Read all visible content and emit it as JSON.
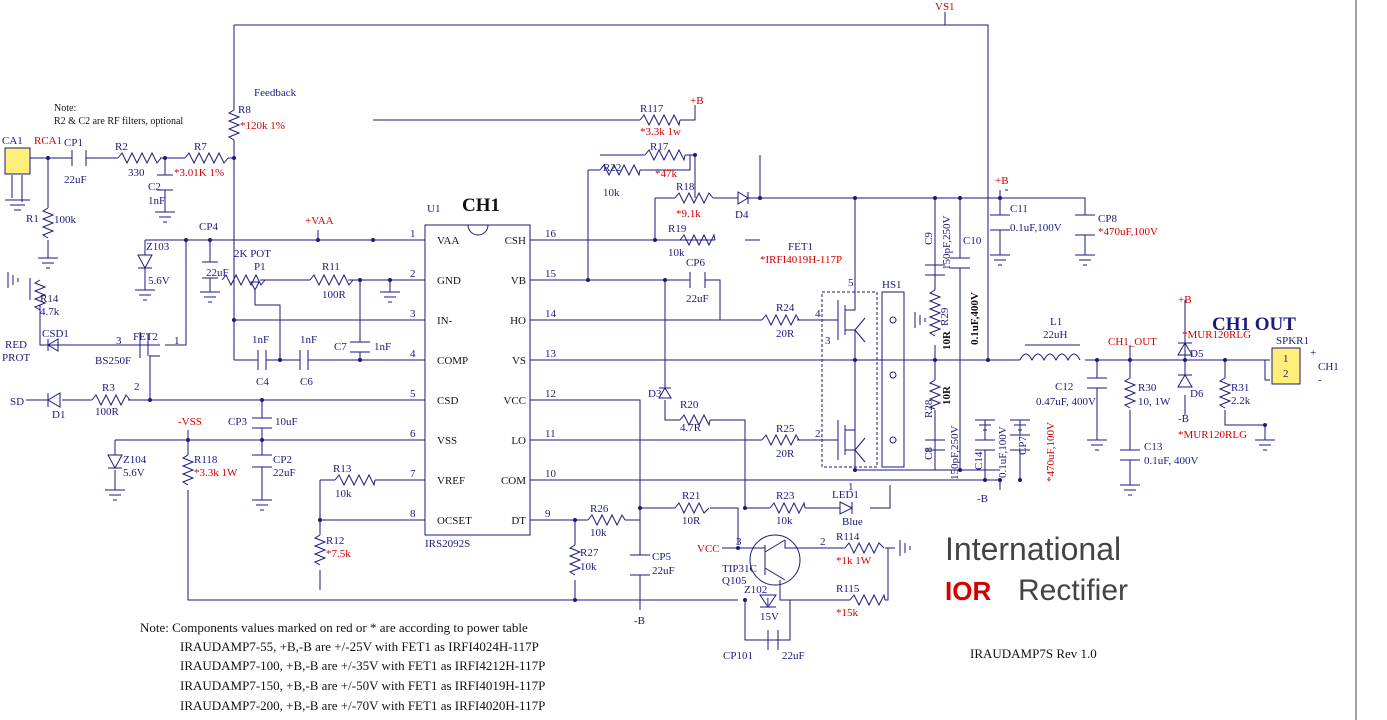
{
  "title": "CH1",
  "out_title": "CH1 OUT",
  "rev": "IRAUDAMP7S Rev 1.0",
  "logo": {
    "line1": "International",
    "ior": "IOR",
    "line2": "Rectifier"
  },
  "note_rf": [
    "Note:",
    "R2 & C2 are RF filters, optional"
  ],
  "note_bottom": [
    "Note: Components values marked on red or * are according to power table",
    "IRAUDAMP7-55, +B,-B are +/-25V with FET1 as IRFI4024H-117P",
    "IRAUDAMP7-100, +B,-B are +/-35V with FET1 as IRFI4212H-117P",
    "IRAUDAMP7-150, +B,-B are +/-50V with FET1 as IRFI4019H-117P",
    "IRAUDAMP7-200, +B,-B are +/-70V with FET1 as IRFI4020H-117P"
  ],
  "ic": {
    "ref": "U1",
    "part": "IRS2092S",
    "left_pins": [
      {
        "n": "1",
        "name": "VAA"
      },
      {
        "n": "2",
        "name": "GND"
      },
      {
        "n": "3",
        "name": "IN-"
      },
      {
        "n": "4",
        "name": "COMP"
      },
      {
        "n": "5",
        "name": "CSD"
      },
      {
        "n": "6",
        "name": "VSS"
      },
      {
        "n": "7",
        "name": "VREF"
      },
      {
        "n": "8",
        "name": "OCSET"
      }
    ],
    "right_pins": [
      {
        "n": "16",
        "name": "CSH"
      },
      {
        "n": "15",
        "name": "VB"
      },
      {
        "n": "14",
        "name": "HO"
      },
      {
        "n": "13",
        "name": "VS"
      },
      {
        "n": "12",
        "name": "VCC"
      },
      {
        "n": "11",
        "name": "LO"
      },
      {
        "n": "10",
        "name": "COM"
      },
      {
        "n": "9",
        "name": "DT"
      }
    ]
  },
  "nets": {
    "vs1": "VS1",
    "pb": "+B",
    "vaa": "+VAA",
    "vss": "-VSS",
    "sd": "SD",
    "vcc": "VCC",
    "nb": "-B",
    "ch1out": "CH1_OUT",
    "ch1": "CH1",
    "plus": "+",
    "minus": "-"
  },
  "labels": {
    "feedback": "Feedback",
    "ca1": "CA1",
    "rca1": "RCA1",
    "cp1": "CP1",
    "cp1v": "22uF",
    "r2": "R2",
    "r2v": "330",
    "r7": "R7",
    "r7v": "*3.01K 1%",
    "c2": "C2",
    "c2v": "1nF",
    "r1": "R1",
    "r1v": "100k",
    "r8": "R8",
    "r8v": "*120k 1%",
    "z103": "Z103",
    "z103v": "5.6V",
    "cp4": "CP4",
    "cp4v": "22uF",
    "pot": "2K POT",
    "p1": "P1",
    "r11": "R11",
    "r11v": "100R",
    "c7": "C7",
    "c7v": "1nF",
    "c4": "C4",
    "c4v": "1nF",
    "c6": "C6",
    "c6v": "1nF",
    "r14": "R14",
    "r14v": "4.7k",
    "red": "RED",
    "prot": "PROT",
    "csd1": "CSD1",
    "fet2": "FET2",
    "bs250": "BS250F",
    "r3": "R3",
    "r3v": "100R",
    "d1": "D1",
    "z104": "Z104",
    "z104v": "5.6V",
    "r118": "R118",
    "r118v": "*3.3k 1W",
    "cp3": "CP3",
    "cp3v": "10uF",
    "cp2": "CP2",
    "cp2v": "22uF",
    "r13": "R13",
    "r13v": "10k",
    "r12": "R12",
    "r12v": "*7.5k",
    "r117": "R117",
    "r117v": "*3.3k 1w",
    "r17": "R17",
    "r17v": "*47k",
    "r22": "R22",
    "r22v": "10k",
    "r18": "R18",
    "r18v": "*9.1k",
    "d4": "D4",
    "r19": "R19",
    "r19v": "10k",
    "cp6": "CP6",
    "cp6v": "22uF",
    "r24": "R24",
    "r24v": "20R",
    "r25": "R25",
    "r25v": "20R",
    "d3": "D3",
    "r20": "R20",
    "r20v": "4.7R",
    "r21": "R21",
    "r21v": "10R",
    "r23": "R23",
    "r23v": "10k",
    "led1": "LED1",
    "ledv": "Blue",
    "r26": "R26",
    "r26v": "10k",
    "r27": "R27",
    "r27v": "10k",
    "cp5": "CP5",
    "cp5v": "22uF",
    "q105": "Q105",
    "tip": "TIP31C",
    "r114": "R114",
    "r114v": "*1k 1W",
    "r115": "R115",
    "r115v": "*15k",
    "z102": "Z102",
    "z102v": "15V",
    "cp101": "CP101",
    "cp101v": "22uF",
    "fet1": "FET1",
    "fet1v": "*IRFI4019H-117P",
    "hs1": "HS1",
    "c9": "C9",
    "c9v": "150pF,250V",
    "c10": "C10",
    "c10v": "0.1uF,400V",
    "r29": "R29",
    "r29v": "10R",
    "r28": "R28",
    "r28v": "10R",
    "c8": "C8",
    "c8v": "150pF,250V",
    "c14": "C14",
    "c14v": "0.1uF,100V",
    "cp7": "CP7",
    "cp7v": "*470uF,100V",
    "c11": "C11",
    "c11v": "0.1uF,100V",
    "cp8": "CP8",
    "cp8v": "*470uF,100V",
    "l1": "L1",
    "l1v": "22uH",
    "c12": "C12",
    "c12v": "0.47uF, 400V",
    "r30": "R30",
    "r30v": "10, 1W",
    "c13": "C13",
    "c13v": "0.1uF, 400V",
    "d5": "D5",
    "d5v": "*MUR120RLG",
    "d6": "D6",
    "d6v": "*MUR120RLG",
    "r31": "R31",
    "r31v": "2.2k",
    "spkr1": "SPKR1",
    "p1n": "1",
    "p2n": "2",
    "u1": "U1"
  }
}
